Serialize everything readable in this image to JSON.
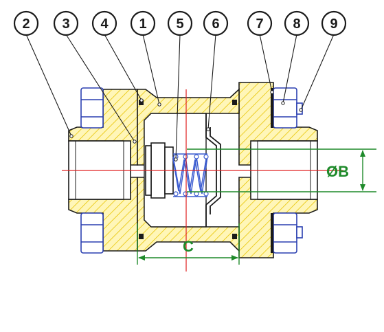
{
  "callouts": [
    {
      "label": "2"
    },
    {
      "label": "3"
    },
    {
      "label": "4"
    },
    {
      "label": "1"
    },
    {
      "label": "5"
    },
    {
      "label": "6"
    },
    {
      "label": "7"
    },
    {
      "label": "8"
    },
    {
      "label": "9"
    }
  ],
  "dimensions": {
    "bore": "ØB",
    "length": "C"
  },
  "colors": {
    "outline": "#1a1a1a",
    "body_fill": "#fff6b8",
    "hatch": "#e8c400",
    "bolt": "#2a3fb0",
    "spring": "#3a5bd0",
    "center_line": "#e02020",
    "dimension": "#1e8a2a"
  }
}
